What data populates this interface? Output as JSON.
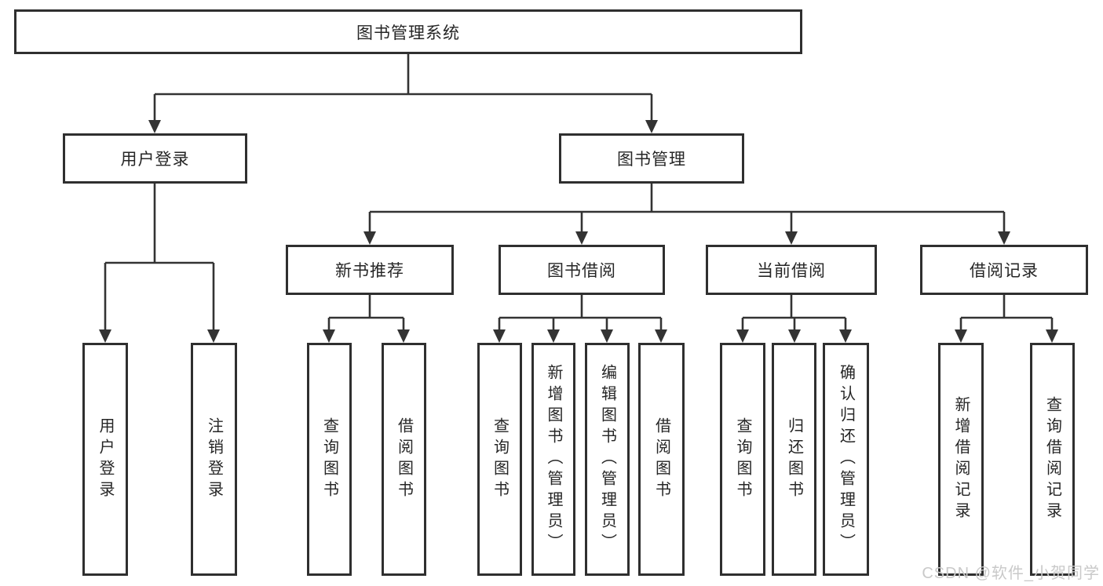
{
  "diagram": {
    "title_node": "图书管理系统",
    "nodes": {
      "user_login": "用户登录",
      "book_mgmt": "图书管理",
      "new_books": "新书推荐",
      "book_borrow": "图书借阅",
      "current_borrow": "当前借阅",
      "borrow_records": "借阅记录"
    },
    "leaves": {
      "user_login": "用户登录",
      "logout": "注销登录",
      "nb_query_book": "查询图书",
      "nb_borrow_book": "借阅图书",
      "bb_query_book": "查询图书",
      "bb_add_book_admin": "新增图书（管理员）",
      "bb_edit_book_admin": "编辑图书（管理员）",
      "bb_borrow_book": "借阅图书",
      "cb_query_book": "查询图书",
      "cb_return_book": "归还图书",
      "cb_confirm_return_admin": "确认归还（管理员）",
      "br_add_record": "新增借阅记录",
      "br_query_record": "查询借阅记录"
    },
    "colors": {
      "line": "#333333",
      "box_border": "#2f2f2f",
      "text": "#262626",
      "watermark": "#c9c9c9",
      "background": "#ffffff"
    }
  },
  "watermark": "CSDN @软件_小贺同学"
}
